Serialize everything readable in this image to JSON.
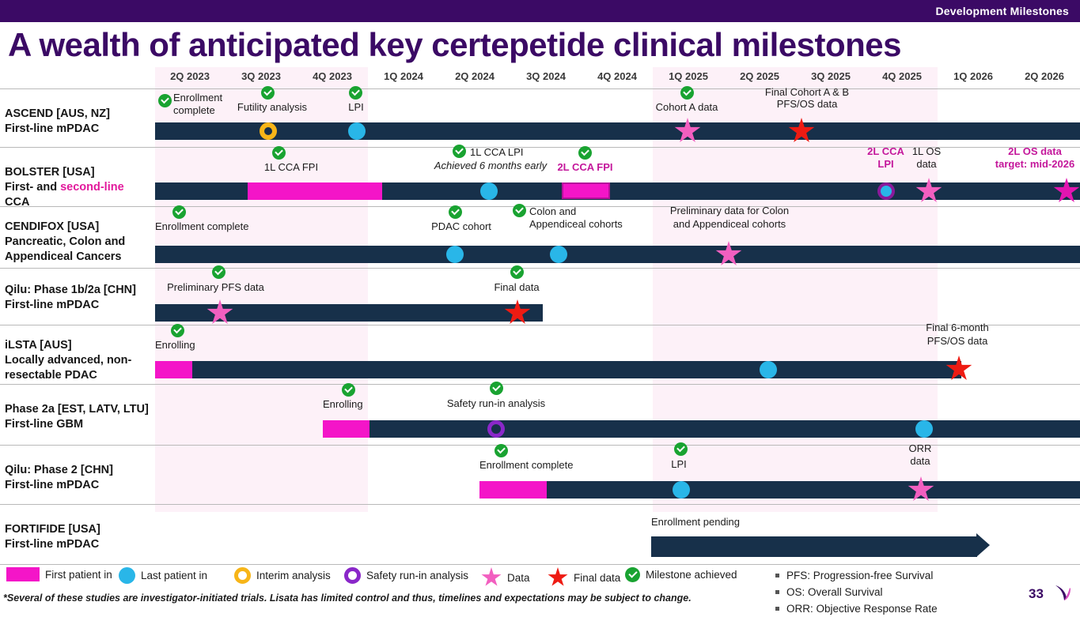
{
  "header": {
    "eyebrow": "Development Milestones",
    "title": "A wealth of anticipated key certepetide clinical milestones"
  },
  "timeline": {
    "quarters": [
      "2Q 2023",
      "3Q 2023",
      "4Q 2023",
      "1Q 2024",
      "2Q 2024",
      "3Q 2024",
      "4Q 2024",
      "1Q 2025",
      "2Q 2025",
      "3Q 2025",
      "4Q 2025",
      "1Q 2026",
      "2Q 2026"
    ]
  },
  "rows": [
    {
      "name": "ASCEND [AUS, NZ]",
      "indication": "First-line mPDAC",
      "notes": [
        {
          "text": "Enrollment\ncomplete"
        },
        {
          "text": "Futility analysis"
        },
        {
          "text": "LPI"
        },
        {
          "text": "Cohort A data"
        },
        {
          "text": "Final Cohort A & B\nPFS/OS data"
        }
      ]
    },
    {
      "name": "BOLSTER [USA]",
      "indication_pre": "First- and ",
      "indication_hl": "second-line",
      "indication_post": " CCA",
      "notes": [
        {
          "text": "1L CCA FPI"
        },
        {
          "text": "1L CCA LPI"
        },
        {
          "text": "Achieved 6 months early"
        },
        {
          "text": "2L CCA FPI"
        },
        {
          "text": "2L CCA\nLPI"
        },
        {
          "text": "1L OS\ndata"
        },
        {
          "text": "2L OS data\ntarget: mid-2026"
        }
      ]
    },
    {
      "name": "CENDIFOX [USA]",
      "indication": "Pancreatic, Colon and Appendiceal Cancers",
      "notes": [
        {
          "text": "Enrollment complete"
        },
        {
          "text": "PDAC cohort"
        },
        {
          "text": "Colon and\nAppendiceal cohorts"
        },
        {
          "text": "Preliminary data for Colon\nand Appendiceal cohorts"
        }
      ]
    },
    {
      "name": "Qilu: Phase 1b/2a [CHN]",
      "indication": "First-line mPDAC",
      "notes": [
        {
          "text": "Preliminary PFS data"
        },
        {
          "text": "Final data"
        }
      ]
    },
    {
      "name": "iLSTA [AUS]",
      "indication": "Locally advanced, non-resectable PDAC",
      "notes": [
        {
          "text": "Enrolling"
        },
        {
          "text": "Final 6-month\nPFS/OS data"
        }
      ]
    },
    {
      "name": "Phase 2a [EST, LATV, LTU]",
      "indication": "First-line GBM",
      "notes": [
        {
          "text": "Enrolling"
        },
        {
          "text": "Safety run-in analysis"
        }
      ]
    },
    {
      "name": "Qilu: Phase 2 [CHN]",
      "indication": "First-line mPDAC",
      "notes": [
        {
          "text": "Enrollment complete"
        },
        {
          "text": "LPI"
        },
        {
          "text": "ORR\ndata"
        }
      ]
    },
    {
      "name": "FORTIFIDE [USA]",
      "indication": "First-line mPDAC",
      "notes": [
        {
          "text": "Enrollment pending"
        }
      ]
    }
  ],
  "row_labels": {
    "r1_name": "ASCEND [AUS, NZ]",
    "r1_sub": "First-line mPDAC",
    "r2_name": "BOLSTER [USA]",
    "r2_sub_a": "First- and ",
    "r2_sub_b": "second-line",
    "r2_sub_c": " CCA",
    "r3_name": "CENDIFOX [USA]",
    "r3_sub1": "Pancreatic, Colon and",
    "r3_sub2": "Appendiceal Cancers",
    "r4_name": "Qilu: Phase 1b/2a [CHN]",
    "r4_sub": "First-line mPDAC",
    "r5_name": "iLSTA [AUS]",
    "r5_sub1": "Locally advanced, non-",
    "r5_sub2": "resectable PDAC",
    "r6_name": "Phase 2a [EST, LATV, LTU]",
    "r6_sub": "First-line GBM",
    "r7_name": "Qilu: Phase 2 [CHN]",
    "r7_sub": "First-line mPDAC",
    "r8_name": "FORTIFIDE [USA]",
    "r8_sub": "First-line mPDAC"
  },
  "annotations": {
    "a_enroll_1": "Enrollment",
    "a_enroll_2": "complete",
    "a_futility": "Futility analysis",
    "a_lpi": "LPI",
    "a_cohort_a": "Cohort A data",
    "a_final_ab_1": "Final Cohort A & B",
    "a_final_ab_2": "PFS/OS data",
    "b_1l_fpi": "1L CCA FPI",
    "b_1l_lpi": "1L CCA LPI",
    "b_achieved": "Achieved 6 months early",
    "b_2l_fpi": "2L CCA FPI",
    "b_2l_lpi_1": "2L CCA",
    "b_2l_lpi_2": "LPI",
    "b_1l_os_1": "1L OS",
    "b_1l_os_2": "data",
    "b_2l_os_1": "2L OS data",
    "b_2l_os_2": "target: mid-2026",
    "c_enroll": "Enrollment complete",
    "c_pdac": "PDAC cohort",
    "c_colon_1": "Colon and",
    "c_colon_2": "Appendiceal cohorts",
    "c_prelim_1": "Preliminary data for Colon",
    "c_prelim_2": "and Appendiceal cohorts",
    "d_prelim_pfs": "Preliminary PFS data",
    "d_final": "Final data",
    "e_enrolling": "Enrolling",
    "e_final_1": "Final 6-month",
    "e_final_2": "PFS/OS data",
    "f_enrolling": "Enrolling",
    "f_safety": "Safety run-in analysis",
    "g_enroll": "Enrollment complete",
    "g_lpi": "LPI",
    "g_orr_1": "ORR",
    "g_orr_2": "data",
    "h_pending": "Enrollment pending"
  },
  "legend": {
    "items": [
      {
        "label": "First patient in",
        "icon": "pink-swatch-icon"
      },
      {
        "label": "Last patient in",
        "icon": "blue-dot-icon"
      },
      {
        "label": "Interim analysis",
        "icon": "yellow-ring-icon"
      },
      {
        "label": "Safety run-in analysis",
        "icon": "purple-ring-icon"
      },
      {
        "label": "Data",
        "icon": "pink-star-icon"
      },
      {
        "label": "Final data",
        "icon": "red-star-icon"
      },
      {
        "label": "Milestone achieved",
        "icon": "green-check-icon"
      }
    ],
    "l1": "First patient in",
    "l2": "Last patient in",
    "l3": "Interim analysis",
    "l4": "Safety run-in analysis",
    "l5": "Data",
    "l6": "Final data",
    "l7": "Milestone achieved"
  },
  "abbreviations": {
    "a1": "PFS: Progression-free Survival",
    "a2": "OS: Overall Survival",
    "a3": "ORR: Objective Response Rate"
  },
  "footnote": "*Several of these studies are investigator-initiated trials. Lisata has limited control and thus, timelines and expectations may be subject to change.",
  "page_number": "33",
  "colors": {
    "brand_purple": "#3b0a65",
    "bar_navy": "#17304a",
    "magenta": "#f415c8",
    "blue": "#29b6e8",
    "yellow": "#f7b518",
    "purple_ring": "#8a27c9",
    "pink_star": "#f25fc0",
    "red_star": "#ee1b13",
    "green": "#19a331",
    "band": "#fdf1f8"
  }
}
